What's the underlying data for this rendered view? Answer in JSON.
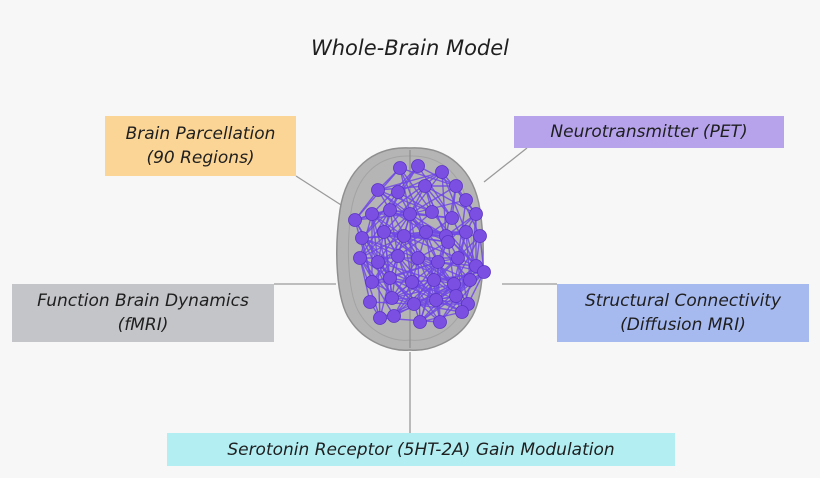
{
  "title": "Whole-Brain Model",
  "boxes": {
    "parcellation": {
      "line1": "Brain Parcellation",
      "line2": "(90 Regions)",
      "color": "#fbd595"
    },
    "neurotransmitter": {
      "line1": "Neurotransmitter (PET)",
      "color": "#b6a3ec"
    },
    "function": {
      "line1": "Function Brain Dynamics",
      "line2": "(fMRI)",
      "color": "#c4c5c9"
    },
    "structural": {
      "line1": "Structural Connectivity",
      "line2": "(Diffusion MRI)",
      "color": "#a7baf0"
    },
    "serotonin": {
      "line1": "Serotonin Receptor (5HT-2A) Gain Modulation",
      "color": "#b3eef3"
    }
  },
  "brain": {
    "cortex_color": "#b5b5b5",
    "node_color": "#7b4fe2",
    "edge_color": "#6f47e6",
    "connector_color": "#9a9a9a"
  }
}
